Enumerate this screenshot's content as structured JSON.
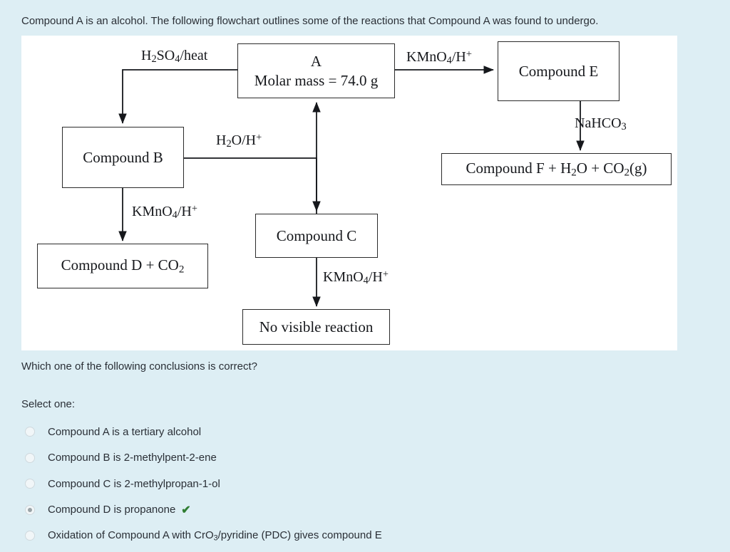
{
  "stem": "Compound A is an alcohol.  The following flowchart outlines some of the reactions that Compound A was found to undergo.",
  "flowchart": {
    "nodes": [
      {
        "id": "A",
        "line1": "A",
        "line2": "Molar mass = 74.0 g"
      },
      {
        "id": "B",
        "line1": "Compound B"
      },
      {
        "id": "C",
        "line1": "Compound C"
      },
      {
        "id": "D",
        "line1": "Compound D + CO2"
      },
      {
        "id": "E",
        "line1": "Compound E"
      },
      {
        "id": "F",
        "line1": "Compound F + H2O + CO2(g)"
      },
      {
        "id": "NVR",
        "line1": "No visible reaction"
      }
    ],
    "edges": [
      {
        "id": "a-to-b",
        "label": "H2SO4/heat"
      },
      {
        "id": "a-to-e",
        "label": "KMnO4/H+"
      },
      {
        "id": "b-to-c",
        "label": "H2O/H+"
      },
      {
        "id": "b-to-d",
        "label": "KMnO4/H+"
      },
      {
        "id": "c-to-nvr",
        "label": "KMnO4/H+"
      },
      {
        "id": "e-to-f",
        "label": "NaHCO3"
      }
    ]
  },
  "question": "Which one of the following conclusions is correct?",
  "select_one_label": "Select one:",
  "options": [
    {
      "label": "Compound A is a tertiary alcohol",
      "selected": false,
      "correct": false
    },
    {
      "label": "Compound B is 2-methylpent-2-ene",
      "selected": false,
      "correct": false
    },
    {
      "label": "Compound C is 2-methylpropan-1-ol",
      "selected": false,
      "correct": false
    },
    {
      "label": "Compound D is propanone",
      "selected": true,
      "correct": true
    },
    {
      "label": "Oxidation of Compound A with CrO3/pyridine (PDC) gives compound E",
      "selected": false,
      "correct": false
    }
  ],
  "correct_mark": "✔",
  "colors": {
    "page_background": "#ddeef4",
    "panel_background": "#ffffff",
    "text": "#2a2f36",
    "correct_green": "#2f7d32",
    "line": "#2b2b2b"
  }
}
